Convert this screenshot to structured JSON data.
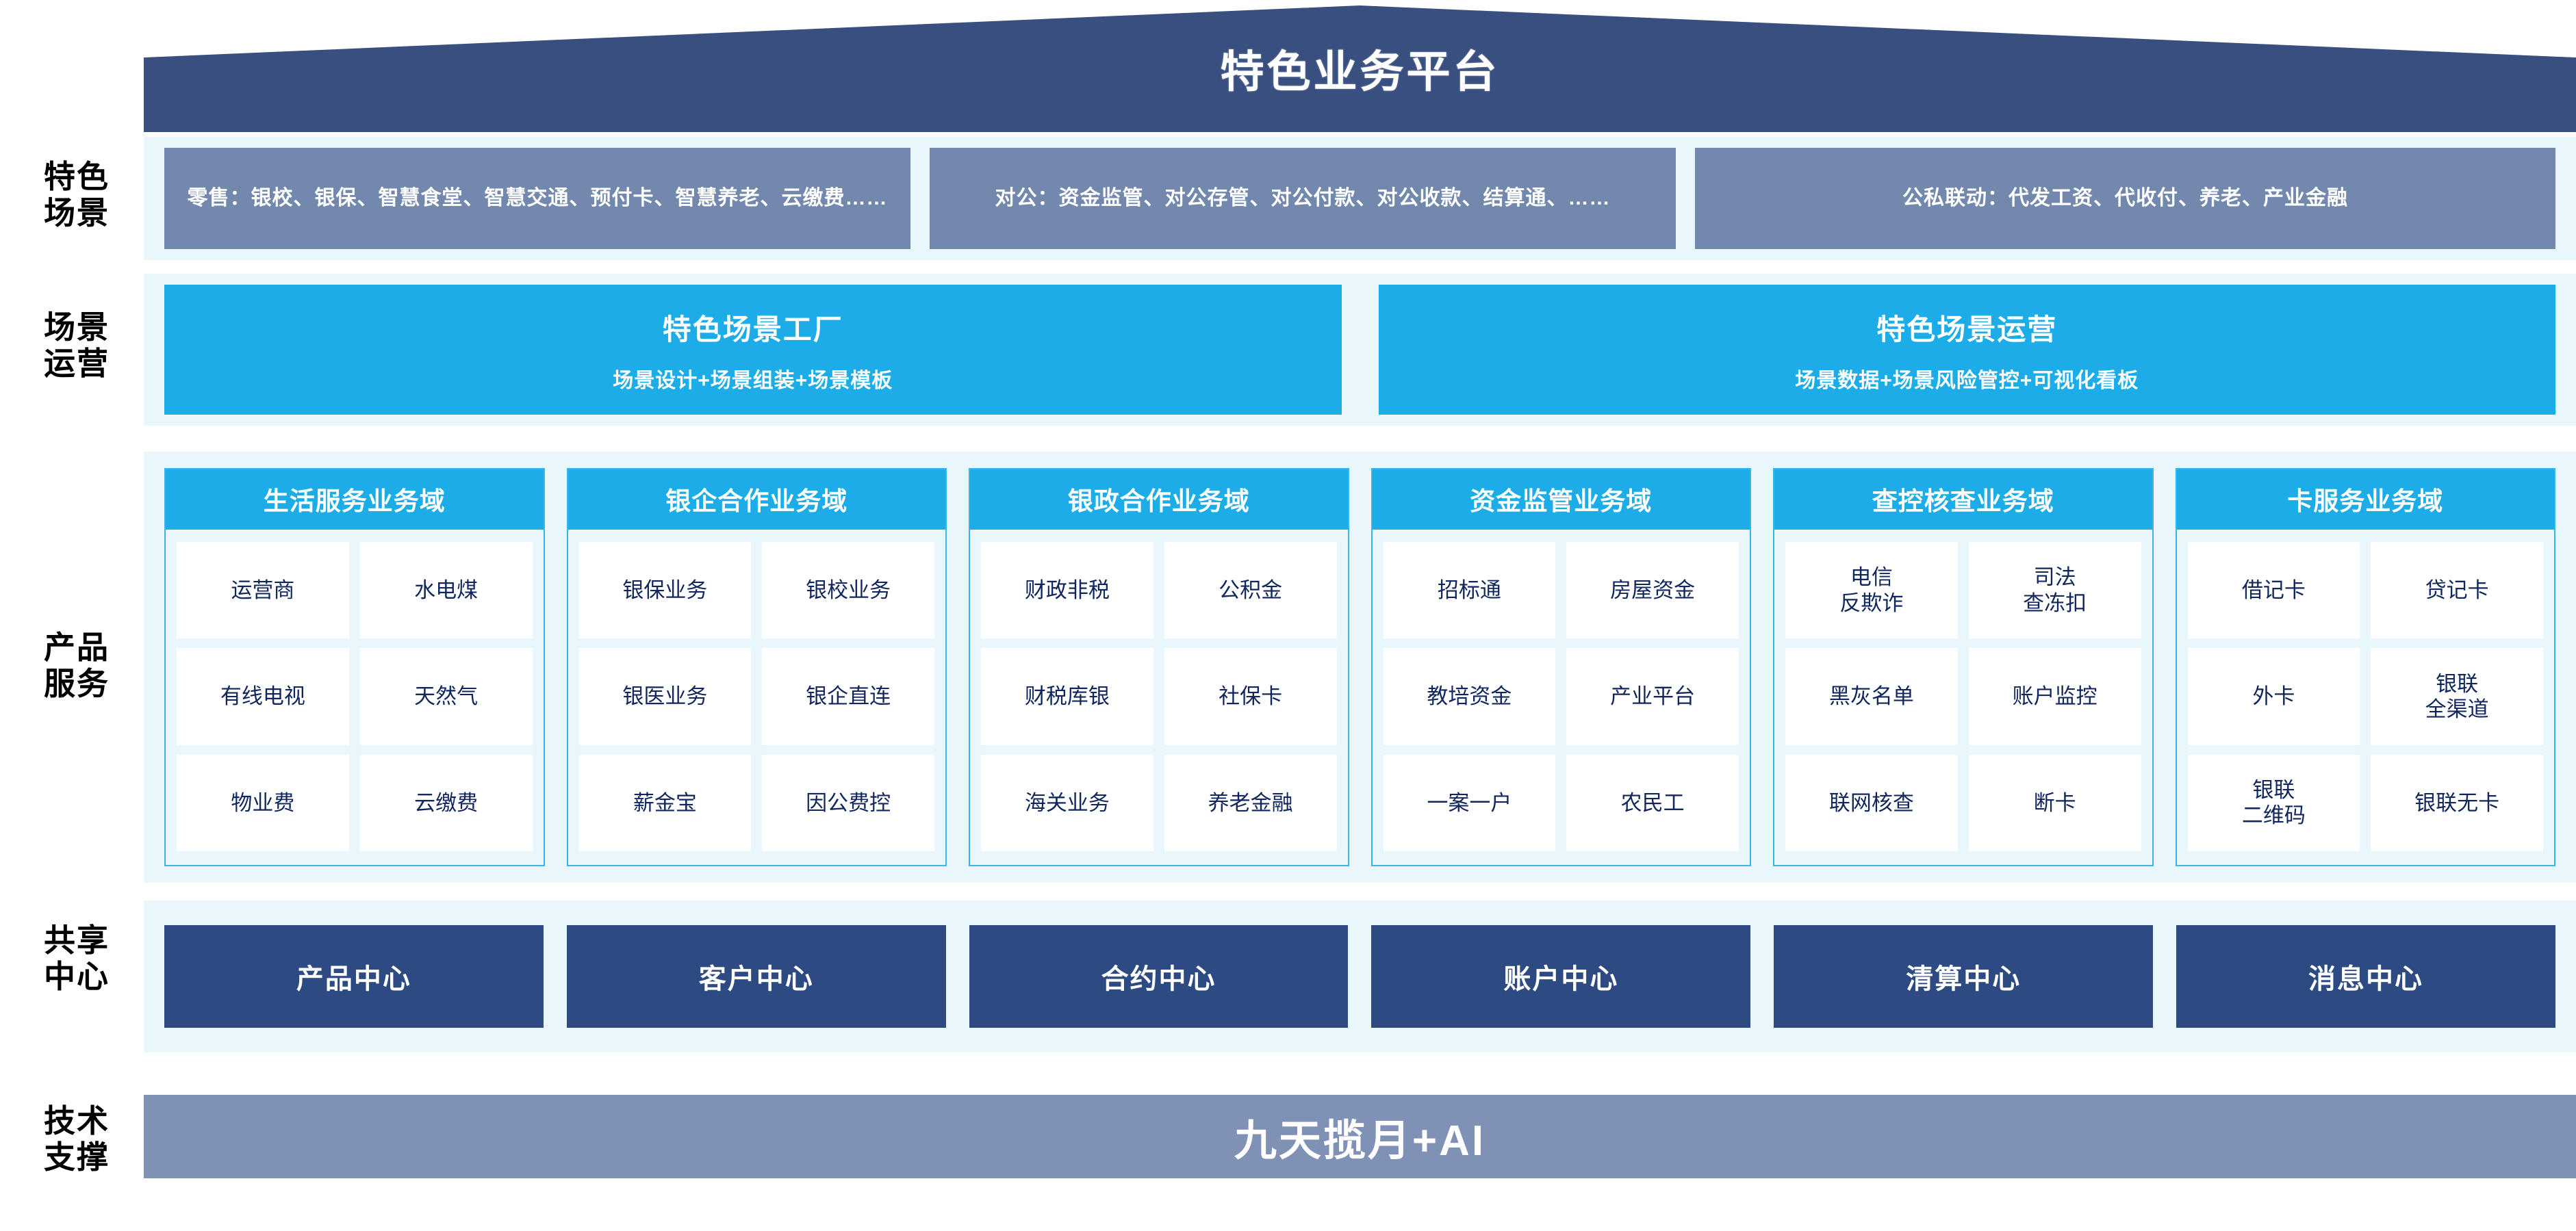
{
  "banner": {
    "title": "特色业务平台",
    "color": "#394f80"
  },
  "row_labels": {
    "scenes": "特色\n场景",
    "operations": "场景\n运营",
    "products": "产品\n服务",
    "centers": "共享\n中心",
    "tech": "技术\n支撑"
  },
  "scenes": {
    "boxes": [
      {
        "text": "零售：银校、银保、智慧食堂、智慧交通、预付卡、智慧养老、云缴费……"
      },
      {
        "text": "对公：资金监管、对公存管、对公付款、对公收款、结算通、……"
      },
      {
        "text": "公私联动：代发工资、代收付、养老、产业金融"
      }
    ],
    "box_color": "#7288ad"
  },
  "operations": {
    "boxes": [
      {
        "title": "特色场景工厂",
        "subtitle": "场景设计+场景组装+场景模板"
      },
      {
        "title": "特色场景运营",
        "subtitle": "场景数据+场景风险管控+可视化看板"
      }
    ],
    "box_color": "#1cade8"
  },
  "products": {
    "header_color": "#1cade8",
    "cell_text_color": "#10265c",
    "domains": [
      {
        "title": "生活服务业务域",
        "cells": [
          "运营商",
          "水电煤",
          "有线电视",
          "天然气",
          "物业费",
          "云缴费"
        ]
      },
      {
        "title": "银企合作业务域",
        "cells": [
          "银保业务",
          "银校业务",
          "银医业务",
          "银企直连",
          "薪金宝",
          "因公费控"
        ]
      },
      {
        "title": "银政合作业务域",
        "cells": [
          "财政非税",
          "公积金",
          "财税库银",
          "社保卡",
          "海关业务",
          "养老金融"
        ]
      },
      {
        "title": "资金监管业务域",
        "cells": [
          "招标通",
          "房屋资金",
          "教培资金",
          "产业平台",
          "一案一户",
          "农民工"
        ]
      },
      {
        "title": "查控核查业务域",
        "cells": [
          "电信\n反欺诈",
          "司法\n查冻扣",
          "黑灰名单",
          "账户监控",
          "联网核查",
          "断卡"
        ]
      },
      {
        "title": "卡服务业务域",
        "cells": [
          "借记卡",
          "贷记卡",
          "外卡",
          "银联\n全渠道",
          "银联\n二维码",
          "银联无卡"
        ]
      }
    ]
  },
  "centers": {
    "box_color": "#2d4a83",
    "items": [
      "产品中心",
      "客户中心",
      "合约中心",
      "账户中心",
      "清算中心",
      "消息中心"
    ]
  },
  "tech": {
    "title": "九天揽月+AI",
    "bar_color": "#7f91b5"
  }
}
